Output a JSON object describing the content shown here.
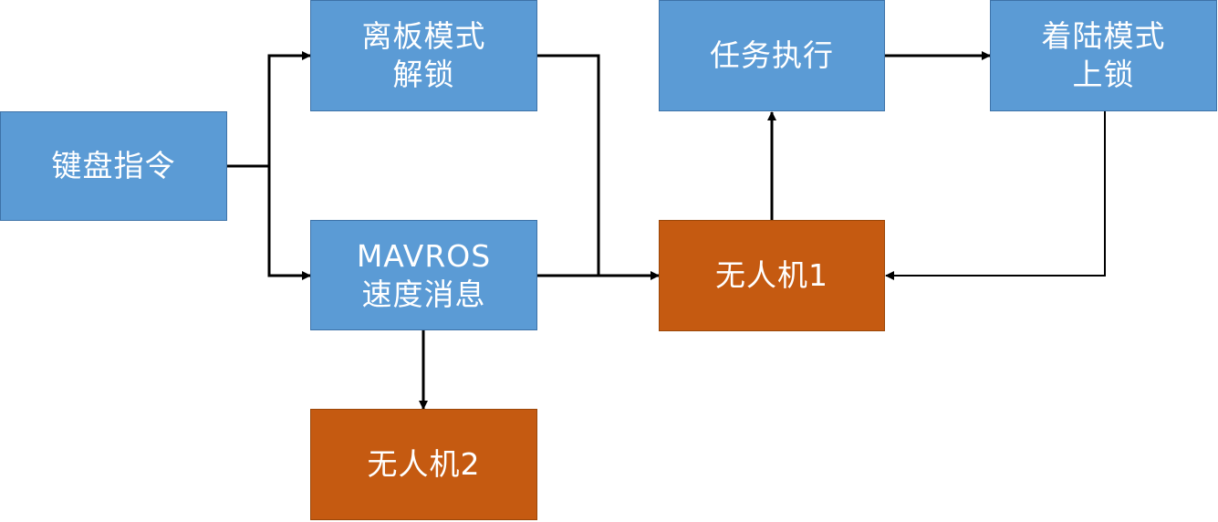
{
  "colors": {
    "process_fill": "#5b9bd5",
    "process_border": "#3d72a8",
    "drone_fill": "#c55a11",
    "drone_border": "#9a4709",
    "text": "#ffffff",
    "arrow": "#000000"
  },
  "nodes": {
    "keyboard": {
      "lines": [
        "键盘指令"
      ]
    },
    "takeoff_unlock": {
      "lines": [
        "离板模式",
        "解锁"
      ]
    },
    "mavros_velocity": {
      "lines": [
        "MAVROS",
        "速度消息"
      ]
    },
    "drone2": {
      "lines": [
        "无人机2"
      ]
    },
    "mission": {
      "lines": [
        "任务执行"
      ]
    },
    "drone1": {
      "lines": [
        "无人机1"
      ]
    },
    "landing_lock": {
      "lines": [
        "着陆模式",
        "上锁"
      ]
    }
  },
  "edges": [
    {
      "from": "keyboard",
      "to": "takeoff_unlock"
    },
    {
      "from": "keyboard",
      "to": "mavros_velocity"
    },
    {
      "from": "takeoff_unlock",
      "to": "drone1"
    },
    {
      "from": "mavros_velocity",
      "to": "drone1"
    },
    {
      "from": "mavros_velocity",
      "to": "drone2"
    },
    {
      "from": "drone1",
      "to": "mission"
    },
    {
      "from": "mission",
      "to": "landing_lock"
    },
    {
      "from": "landing_lock",
      "to": "drone1"
    }
  ]
}
